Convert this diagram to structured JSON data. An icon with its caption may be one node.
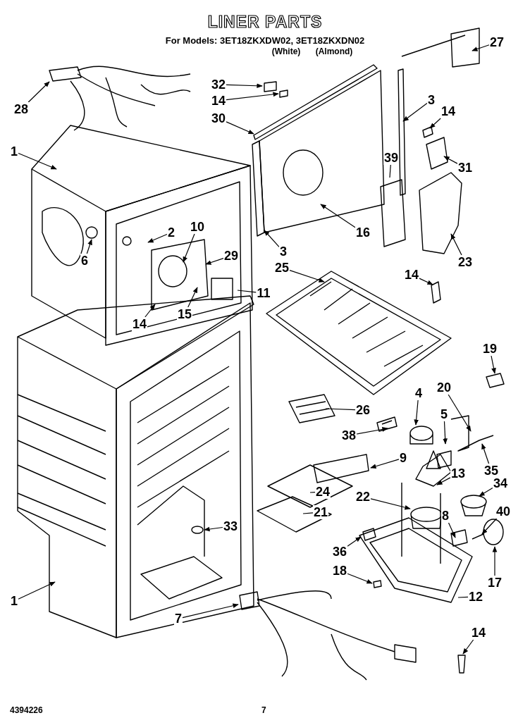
{
  "diagram": {
    "title": "LINER PARTS",
    "nodes": [
      {
        "text": [
          "28"
        ]
      },
      {
        "text": [
          "1"
        ]
      },
      {
        "text": [
          "32"
        ]
      },
      {
        "text": [
          "14"
        ]
      },
      {
        "text": [
          "30"
        ]
      },
      {
        "text": [
          "27"
        ]
      },
      {
        "text": [
          "3"
        ]
      },
      {
        "text": [
          "14"
        ]
      },
      {
        "text": [
          "31"
        ]
      },
      {
        "text": [
          "39"
        ]
      },
      {
        "text": [
          "16"
        ]
      },
      {
        "text": [
          "3"
        ]
      },
      {
        "text": [
          "2"
        ]
      },
      {
        "text": [
          "10"
        ]
      },
      {
        "text": [
          "6"
        ]
      },
      {
        "text": [
          "29"
        ]
      },
      {
        "text": [
          "11"
        ]
      },
      {
        "text": [
          "15"
        ]
      },
      {
        "text": [
          "14"
        ]
      },
      {
        "text": [
          "25"
        ]
      },
      {
        "text": [
          "23"
        ]
      },
      {
        "text": [
          "14"
        ]
      },
      {
        "text": [
          "19"
        ]
      },
      {
        "text": [
          "26"
        ]
      },
      {
        "text": [
          "38"
        ]
      },
      {
        "text": [
          "4"
        ]
      },
      {
        "text": [
          "20"
        ]
      },
      {
        "text": [
          "5"
        ]
      },
      {
        "text": [
          "9"
        ]
      },
      {
        "text": [
          "35"
        ]
      },
      {
        "text": [
          "13"
        ]
      },
      {
        "text": [
          "24"
        ]
      },
      {
        "text": [
          "22"
        ]
      },
      {
        "text": [
          "34"
        ]
      },
      {
        "text": [
          "21"
        ]
      },
      {
        "text": [
          "40"
        ]
      },
      {
        "text": [
          "8"
        ]
      },
      {
        "text": [
          "33"
        ]
      },
      {
        "text": [
          "36"
        ]
      },
      {
        "text": [
          "18"
        ]
      },
      {
        "text": [
          "17"
        ]
      },
      {
        "text": [
          "12"
        ]
      },
      {
        "text": [
          "1"
        ]
      },
      {
        "text": [
          "7"
        ]
      },
      {
        "text": [
          "14"
        ]
      }
    ],
    "edges": [
      {
        "from": 0,
        "to": null,
        "arrow": "to"
      },
      {
        "from": 1,
        "to": null,
        "arrow": "to"
      },
      {
        "from": 2,
        "to": null,
        "arrow": "to"
      },
      {
        "from": 3,
        "to": null,
        "arrow": "to"
      },
      {
        "from": 4,
        "to": null,
        "arrow": "to"
      },
      {
        "from": 5,
        "to": null,
        "arrow": "to"
      },
      {
        "from": 6,
        "to": null,
        "arrow": "to"
      },
      {
        "from": 7,
        "to": null,
        "arrow": "to"
      },
      {
        "from": 8,
        "to": null,
        "arrow": "to"
      },
      {
        "from": 9,
        "to": null,
        "arrow": "none"
      },
      {
        "from": 10,
        "to": null,
        "arrow": "to"
      },
      {
        "from": 11,
        "to": null,
        "arrow": "to"
      },
      {
        "from": 12,
        "to": null,
        "arrow": "to"
      },
      {
        "from": 13,
        "to": null,
        "arrow": "to"
      },
      {
        "from": 14,
        "to": null,
        "arrow": "to"
      },
      {
        "from": 15,
        "to": null,
        "arrow": "to"
      },
      {
        "from": 16,
        "to": null,
        "arrow": "none"
      },
      {
        "from": 17,
        "to": null,
        "arrow": "to"
      },
      {
        "from": 18,
        "to": null,
        "arrow": "to"
      },
      {
        "from": 19,
        "to": null,
        "arrow": "to"
      },
      {
        "from": 20,
        "to": null,
        "arrow": "to"
      },
      {
        "from": 21,
        "to": null,
        "arrow": "to"
      },
      {
        "from": 22,
        "to": null,
        "arrow": "to"
      },
      {
        "from": 23,
        "to": null,
        "arrow": "none"
      },
      {
        "from": 24,
        "to": null,
        "arrow": "to"
      },
      {
        "from": 25,
        "to": null,
        "arrow": "to"
      },
      {
        "from": 26,
        "to": null,
        "arrow": "to"
      },
      {
        "from": 27,
        "to": null,
        "arrow": "to"
      },
      {
        "from": 28,
        "to": null,
        "arrow": "to"
      },
      {
        "from": 29,
        "to": null,
        "arrow": "to"
      },
      {
        "from": 30,
        "to": null,
        "arrow": "to"
      },
      {
        "from": 31,
        "to": null,
        "arrow": "none"
      },
      {
        "from": 32,
        "to": null,
        "arrow": "to"
      },
      {
        "from": 33,
        "to": null,
        "arrow": "to"
      },
      {
        "from": 34,
        "to": null,
        "arrow": "none"
      },
      {
        "from": 35,
        "to": null,
        "arrow": "to"
      },
      {
        "from": 36,
        "to": null,
        "arrow": "to"
      },
      {
        "from": 37,
        "to": null,
        "arrow": "to"
      },
      {
        "from": 38,
        "to": null,
        "arrow": "to"
      },
      {
        "from": 39,
        "to": null,
        "arrow": "to"
      },
      {
        "from": 40,
        "to": null,
        "arrow": "to"
      },
      {
        "from": 41,
        "to": null,
        "arrow": "none"
      },
      {
        "from": 42,
        "to": null,
        "arrow": "to"
      },
      {
        "from": 43,
        "to": null,
        "arrow": "to"
      },
      {
        "from": 44,
        "to": null,
        "arrow": "to"
      }
    ],
    "labels": [
      "For Models: 3ET18ZKXDW02, 3ET18ZKXDN02",
      "(White)",
      "(Almond)",
      "4394226",
      "7"
    ]
  }
}
